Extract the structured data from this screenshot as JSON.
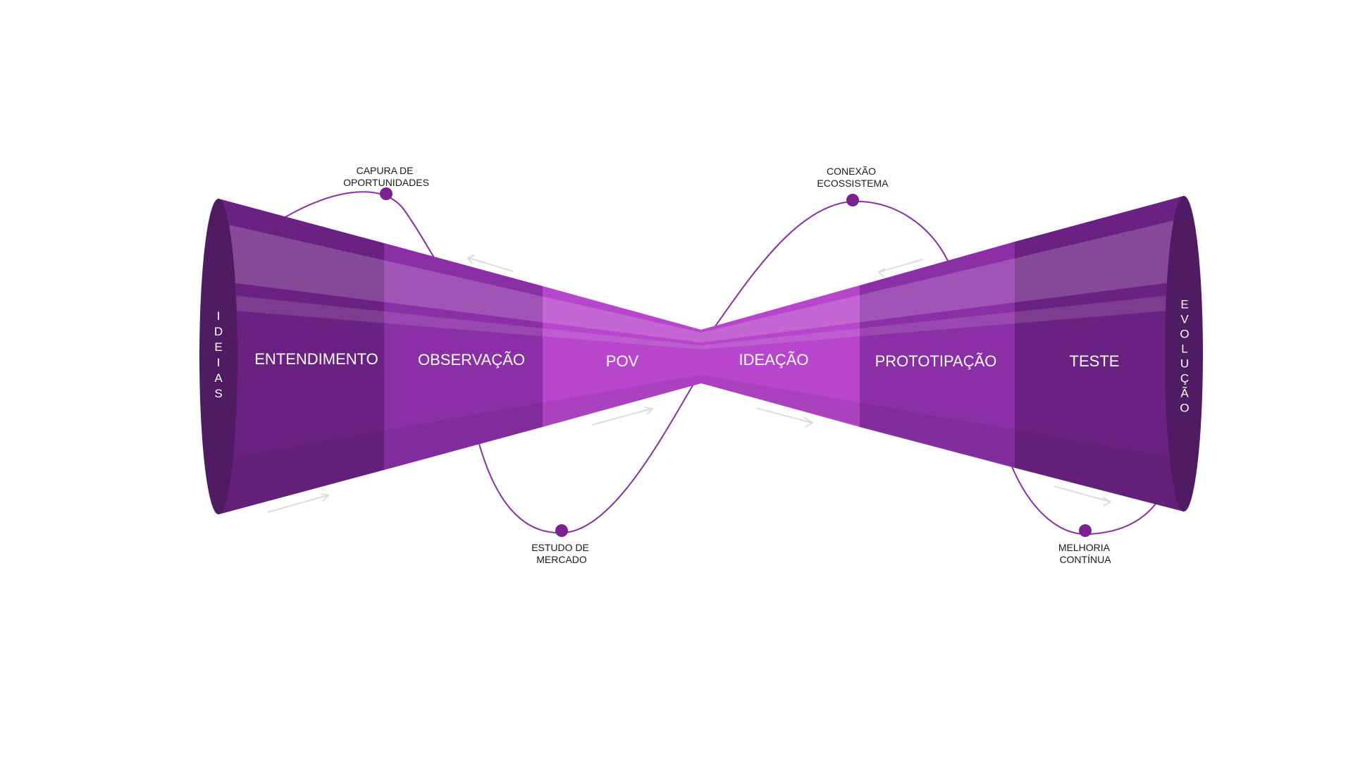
{
  "colors": {
    "cone_dark": "#6b2181",
    "cone_mid": "#8a2fa6",
    "cone_light": "#b746cc",
    "cone_end": "#4f1b62",
    "curve": "#8a2fa6",
    "dot": "#7a2390",
    "arrow": "#dcdcdc"
  },
  "left_end_label": "I D E I A S",
  "right_end_label": "E V O L U Ç Ã O",
  "left_end_letters": [
    "I",
    "D",
    "E",
    "I",
    "A",
    "S"
  ],
  "right_end_letters": [
    "E",
    "V",
    "O",
    "L",
    "U",
    "Ç",
    "Ã",
    "O"
  ],
  "stages": [
    "ENTENDIMENTO",
    "OBSERVAÇÃO",
    "POV",
    "IDEAÇÃO",
    "PROTOTIPAÇÃO",
    "TESTE"
  ],
  "notes": {
    "top_left": [
      "CAPURA DE",
      "OPORTUNIDADES"
    ],
    "bottom_left": [
      "ESTUDO DE",
      "MERCADO"
    ],
    "top_right": [
      "CONEXÃO",
      "ECOSSISTEMA"
    ],
    "bottom_right": [
      "MELHORIA",
      "CONTÍNUA"
    ]
  }
}
